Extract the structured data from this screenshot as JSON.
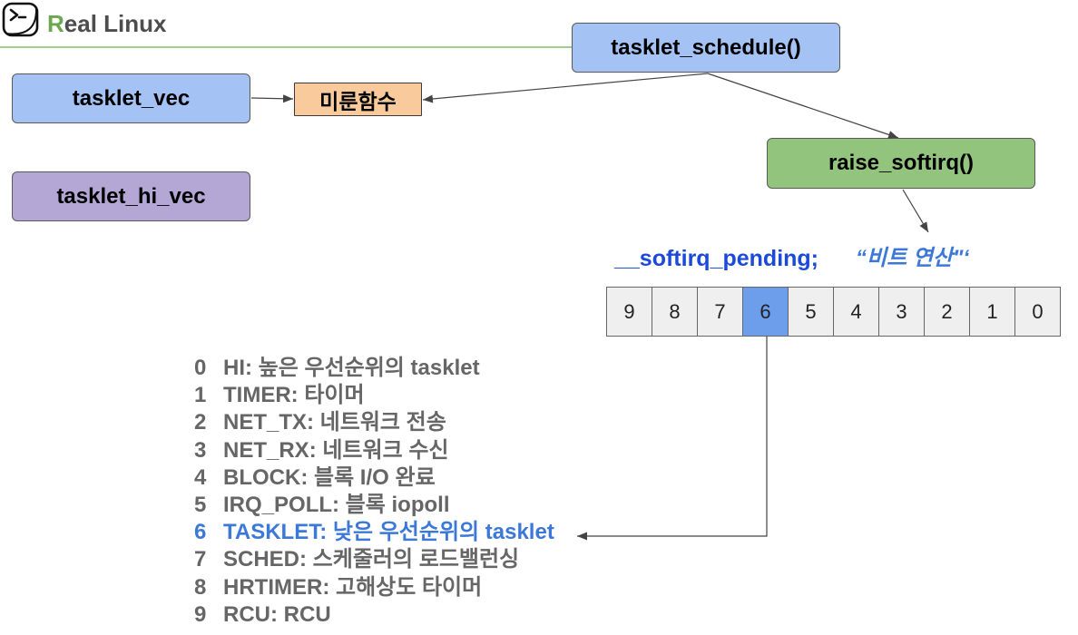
{
  "header": {
    "logo_icon": "terminal-icon",
    "brand_initial": "R",
    "brand_rest": "eal Linux"
  },
  "nodes": {
    "tasklet_schedule": "tasklet_schedule()",
    "tasklet_vec": "tasklet_vec",
    "deferred_function": "미룬함수",
    "tasklet_hi_vec": "tasklet_hi_vec",
    "raise_softirq": "raise_softirq()"
  },
  "softirq_pending": {
    "label": "__softirq_pending;",
    "note": "“비트 연산\"‘",
    "bits": [
      {
        "label": "9",
        "set": false
      },
      {
        "label": "8",
        "set": false
      },
      {
        "label": "7",
        "set": false
      },
      {
        "label": "6",
        "set": true
      },
      {
        "label": "5",
        "set": false
      },
      {
        "label": "4",
        "set": false
      },
      {
        "label": "3",
        "set": false
      },
      {
        "label": "2",
        "set": false
      },
      {
        "label": "1",
        "set": false
      },
      {
        "label": "0",
        "set": false
      }
    ]
  },
  "softirq_list": [
    {
      "num": "0",
      "text": "HI: 높은 우선순위의 tasklet",
      "highlighted": false
    },
    {
      "num": "1",
      "text": "TIMER: 타이머",
      "highlighted": false
    },
    {
      "num": "2",
      "text": "NET_TX: 네트워크 전송",
      "highlighted": false
    },
    {
      "num": "3",
      "text": "NET_RX: 네트워크 수신",
      "highlighted": false
    },
    {
      "num": "4",
      "text": "BLOCK: 블록 I/O 완료",
      "highlighted": false
    },
    {
      "num": "5",
      "text": "IRQ_POLL: 블록 iopoll",
      "highlighted": false
    },
    {
      "num": "6",
      "text": "TASKLET: 낮은 우선순위의 tasklet",
      "highlighted": true
    },
    {
      "num": "7",
      "text": "SCHED: 스케줄러의 로드밸런싱",
      "highlighted": false
    },
    {
      "num": "8",
      "text": "HRTIMER: 고해상도 타이머",
      "highlighted": false
    },
    {
      "num": "9",
      "text": "RCU: RCU",
      "highlighted": false
    }
  ],
  "colors": {
    "brand_accent": "#6aa84f",
    "brand_text": "#4d4d4d",
    "divider": "#9fce8a",
    "node_blue": "#a4c2f4",
    "node_peach": "#f9cb9c",
    "node_purple": "#b4a7d6",
    "node_green": "#93c47d",
    "bit_cell": "#efefef",
    "bit_set": "#6d9eeb",
    "pending_text": "#1c4ad8",
    "note_text": "#3c78d8",
    "list_text": "#666666",
    "list_highlight": "#3c78d8",
    "connector": "#444444"
  }
}
